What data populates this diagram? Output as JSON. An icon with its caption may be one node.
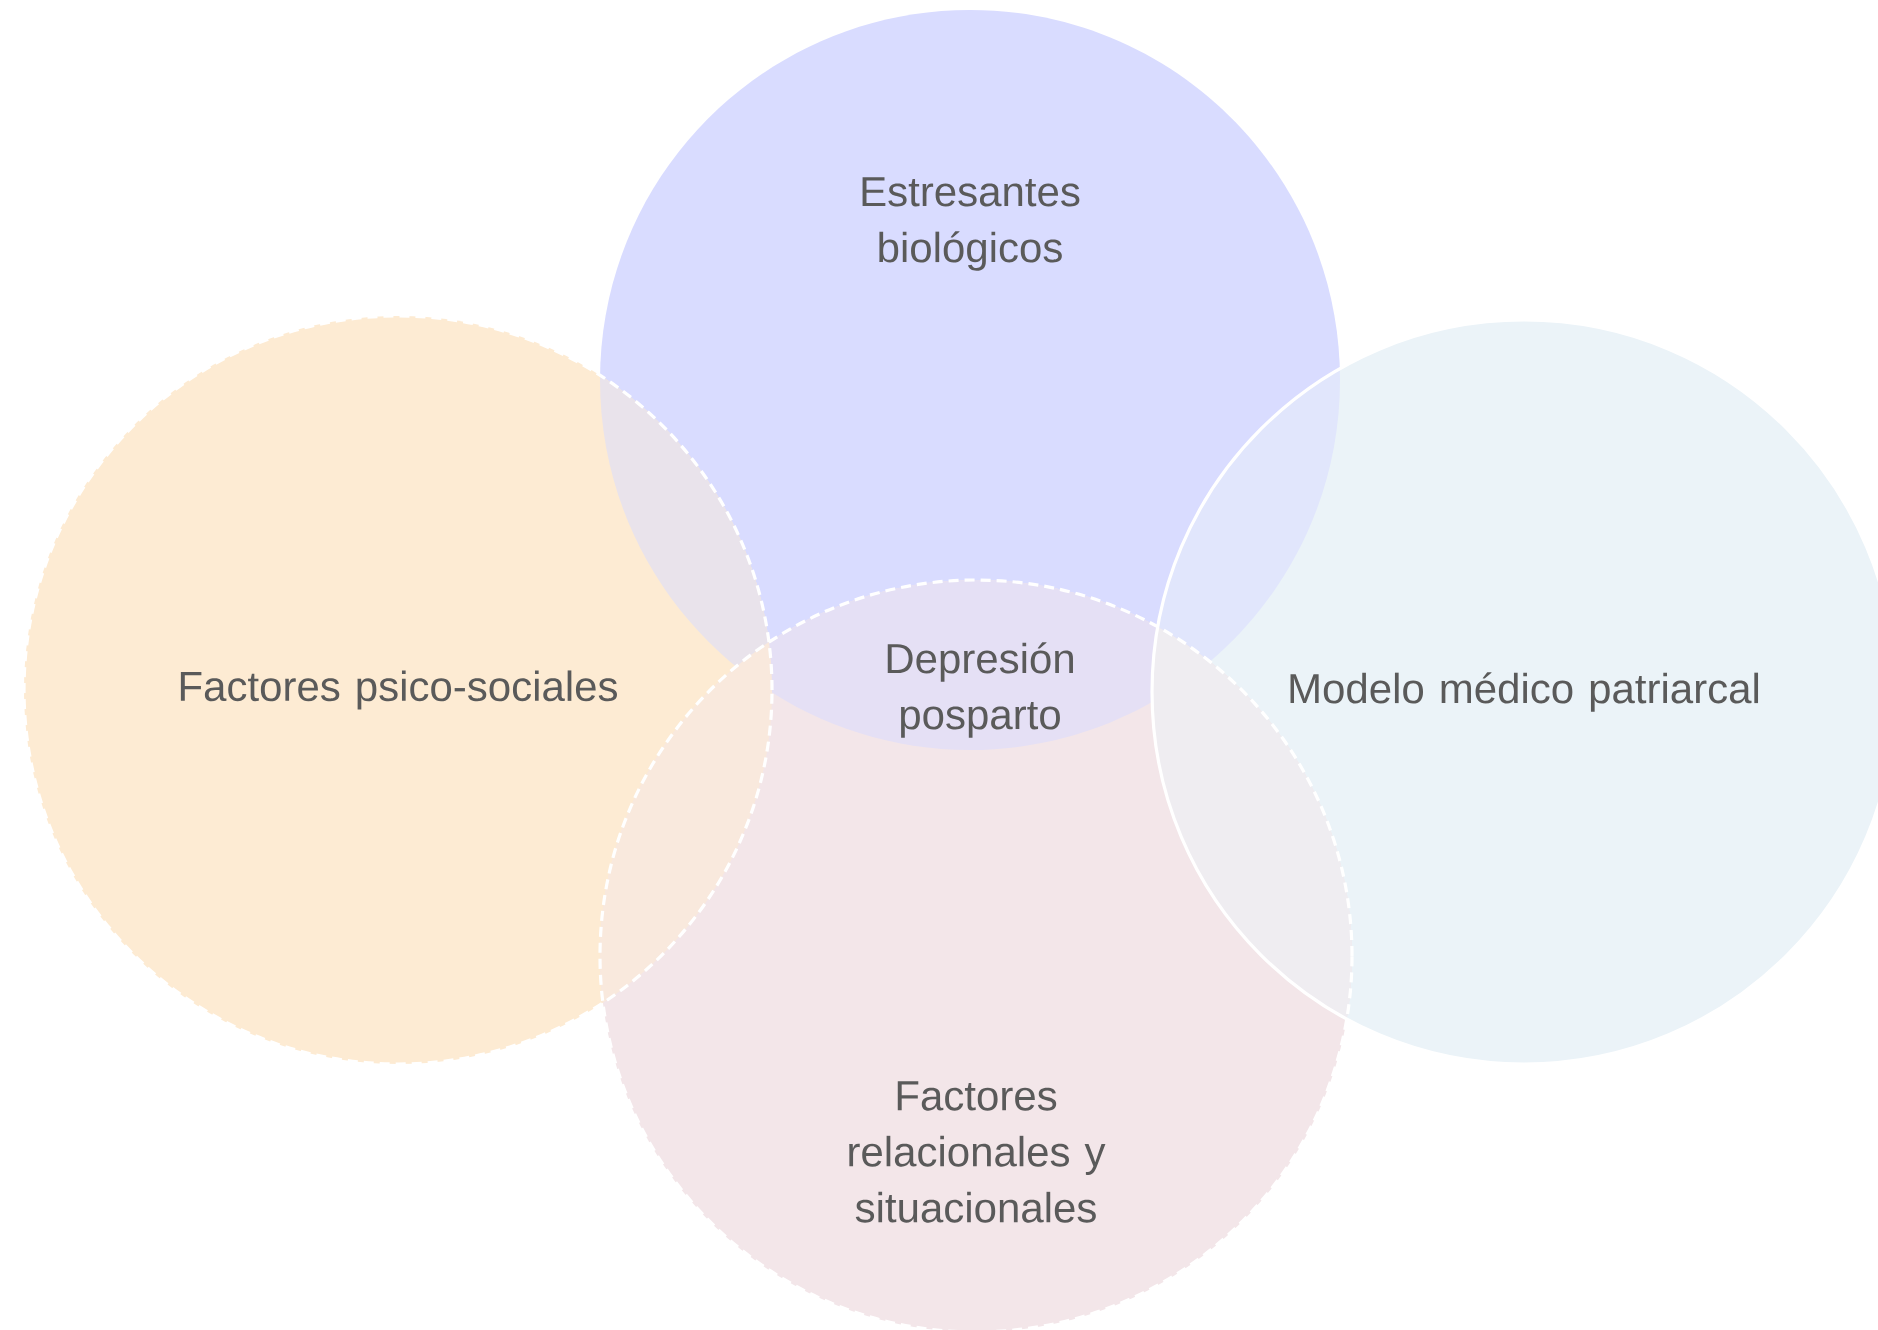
{
  "diagram": {
    "nodes": [
      {
        "text": [
          "Estresantes biológicos"
        ]
      },
      {
        "text": [
          "Modelo médico patriarcal"
        ]
      },
      {
        "text": [
          "Factores psico-sociales"
        ]
      },
      {
        "text": [
          "Factores relacionales y situacionales"
        ]
      }
    ],
    "labels": [
      "Depresión posparto"
    ]
  }
}
